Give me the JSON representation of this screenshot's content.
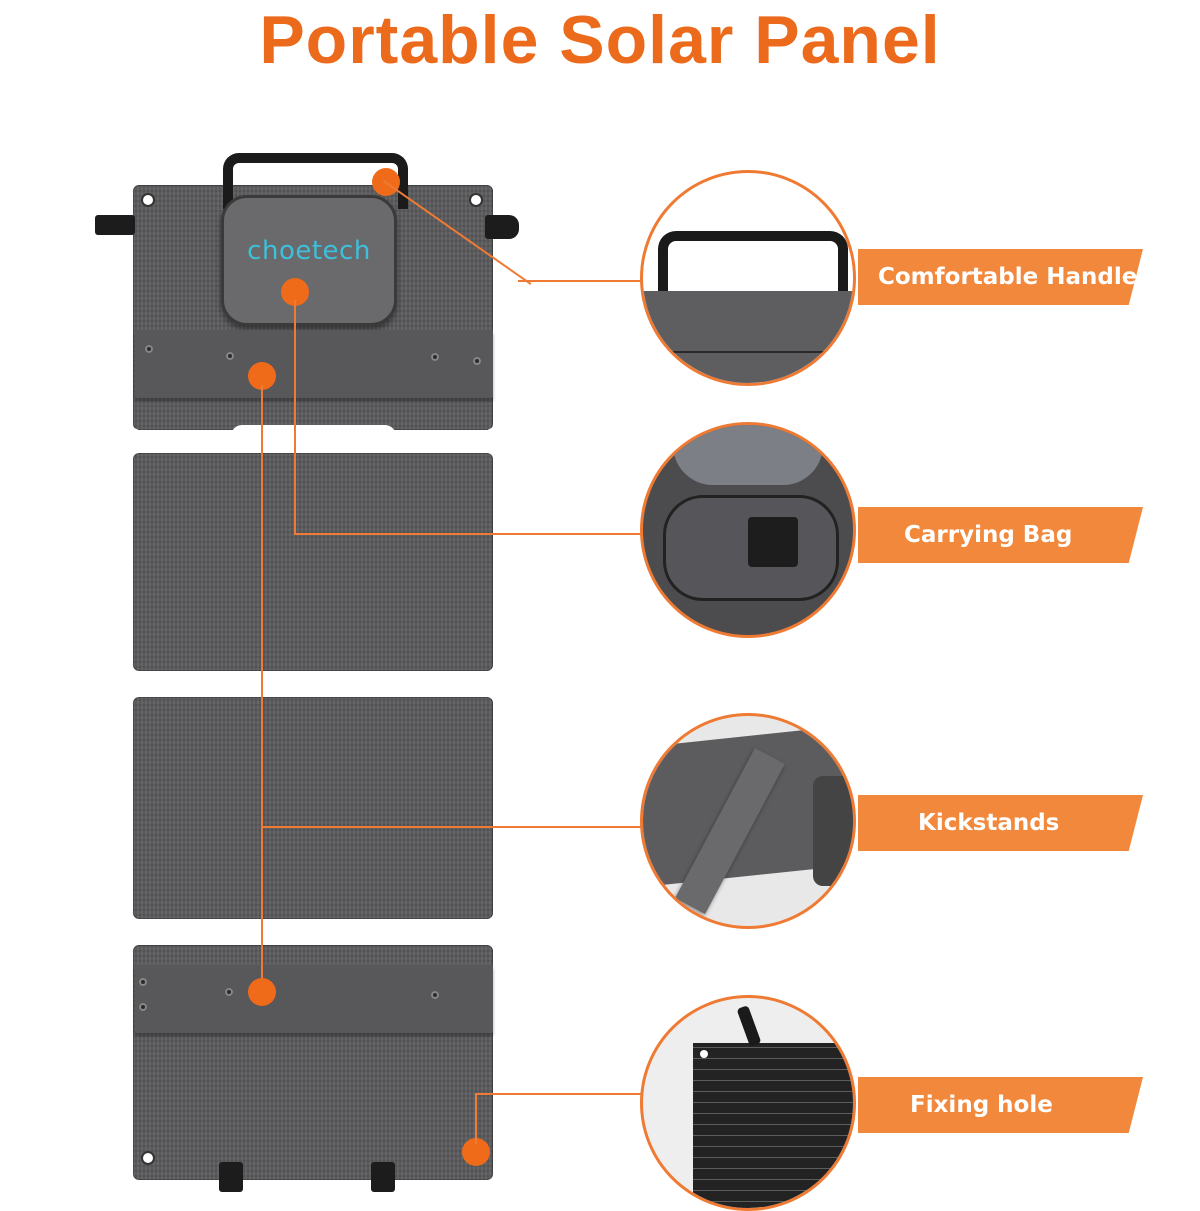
{
  "header": {
    "title": "Portable Solar Panel"
  },
  "product": {
    "brand_logo": "choetech"
  },
  "features": [
    {
      "label": "Comfortable Handle",
      "image": "handle-closeup"
    },
    {
      "label": "Carrying Bag",
      "image": "bag-interior-closeup"
    },
    {
      "label": "Kickstands",
      "image": "kickstand-closeup"
    },
    {
      "label": "Fixing hole",
      "image": "fixing-hole-closeup"
    }
  ],
  "colors": {
    "accent_orange": "#ec6a1c",
    "banner_orange": "#f2883c",
    "panel_gray": "#5a5a5c",
    "brand_cyan": "#3cc0dc"
  }
}
